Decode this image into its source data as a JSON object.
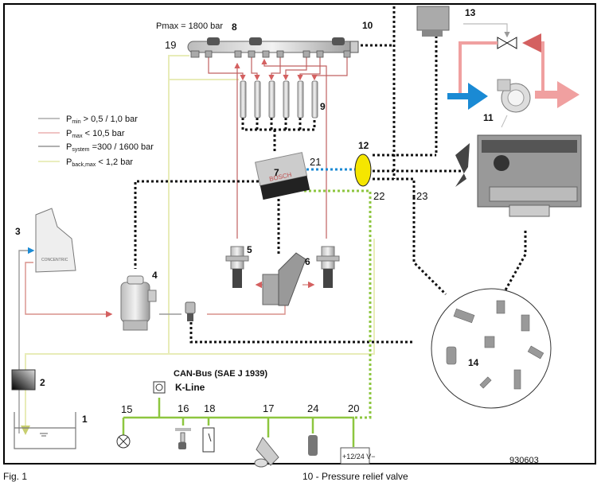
{
  "title": "Fuel injection system diagram",
  "rail_pressure": "Pmax = 1800 bar",
  "legend": [
    {
      "symbol": "P",
      "sub": "min",
      "text": " > 0,5 / 1,0 bar",
      "color": "#9a9a9a"
    },
    {
      "symbol": "P",
      "sub": "max",
      "text": " < 10,5 bar",
      "color": "#e8a0a0"
    },
    {
      "symbol": "P",
      "sub": "system",
      "text": " =300 / 1600 bar",
      "color": "#808080"
    },
    {
      "symbol": "P",
      "sub": "back,max",
      "text": " < 1,2 bar",
      "color": "#e3e8a8"
    }
  ],
  "labels": {
    "n1": "1",
    "n2": "2",
    "n3": "3",
    "n4": "4",
    "n5": "5",
    "n6": "6",
    "n7": "7",
    "n8": "8",
    "n9": "9",
    "n10": "10",
    "n11": "11",
    "n12": "12",
    "n13": "13",
    "n14": "14",
    "n15": "15",
    "n16": "16",
    "n17": "17",
    "n18": "18",
    "n19": "19",
    "n20": "20",
    "n21": "21",
    "n22": "22",
    "n23": "23",
    "n24": "24"
  },
  "ecu_brand": "BOSCH",
  "pump_brand": "CONCENTRIC",
  "canbus": "CAN-Bus (SAE J 1939)",
  "kline": "K-Line",
  "battery": "+12/24 V−",
  "figure_code": "930603",
  "footer_left": "Fig. 1",
  "footer_mid": "10 - Pressure relief valve",
  "colors": {
    "low_pressure": "#9a9a9a",
    "feed": "#e8a0a0",
    "high_pressure": "#c06060",
    "return": "#e3e8a8",
    "can": "#8dc63f",
    "signal": "#000000",
    "intake_air": "#1a8ad4",
    "exhaust": "#f0a0a0",
    "sensor_hub": "#f5e600"
  }
}
